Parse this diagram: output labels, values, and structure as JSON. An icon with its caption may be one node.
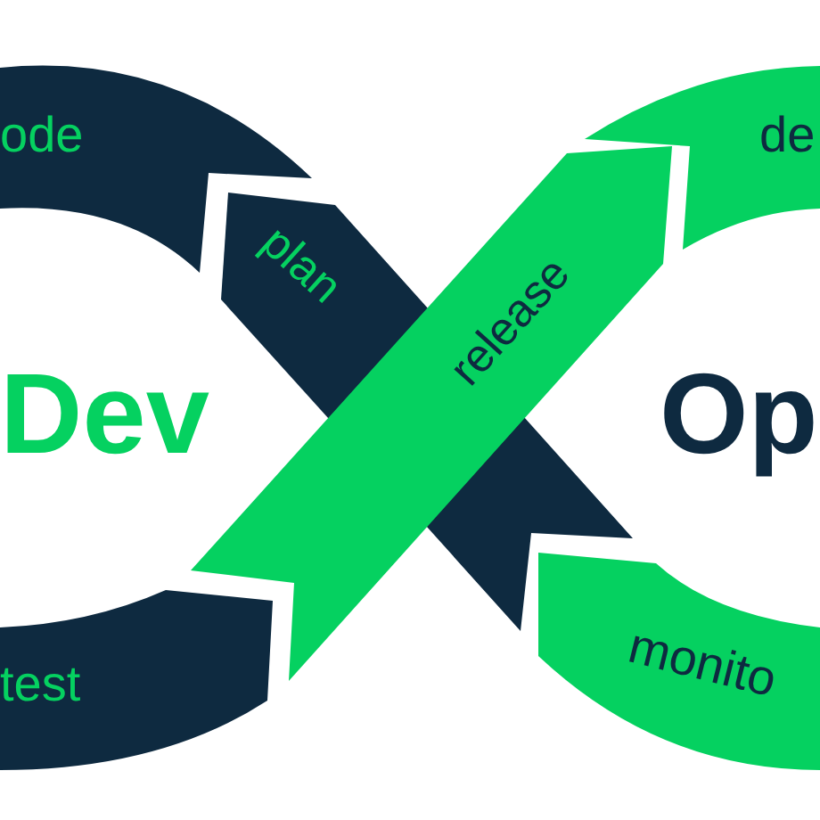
{
  "diagram": {
    "nodes": [
      {
        "text": [
          "ode"
        ]
      },
      {
        "text": [
          "de"
        ]
      },
      {
        "text": [
          "plan"
        ]
      },
      {
        "text": [
          "release"
        ]
      },
      {
        "text": [],
        "shape": "chevron"
      },
      {
        "text": [
          "test"
        ]
      },
      {
        "text": [
          "monito"
        ]
      }
    ],
    "labels": [
      "Dev",
      "Op"
    ]
  }
}
